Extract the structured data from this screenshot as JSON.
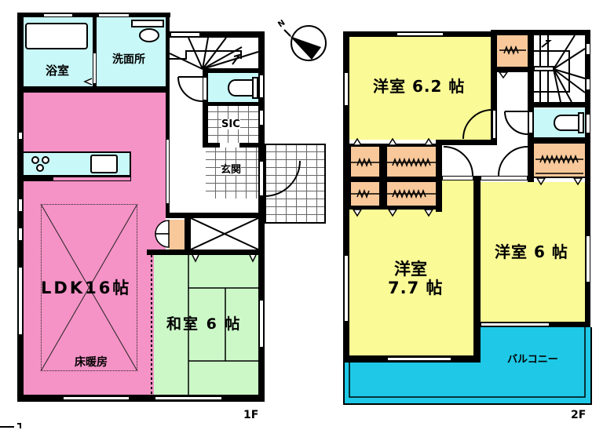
{
  "floor_plan": {
    "floor_1f": {
      "floor_label": "1F",
      "rooms": {
        "bathroom": "浴室",
        "washroom": "洗面所",
        "shoe_closet": "SIC",
        "entrance": "玄関",
        "ldk": "LDK16帖",
        "floor_heating": "床暖房",
        "japanese_room": "和室 6 帖"
      }
    },
    "floor_2f": {
      "floor_label": "2F",
      "rooms": {
        "western_room_62": "洋室 6.2 帖",
        "western_room_77_name": "洋室",
        "western_room_77_size": "7.7 帖",
        "western_room_6": "洋室 6 帖",
        "balcony": "バルコニー"
      }
    },
    "compass": {
      "north_mark": "N"
    }
  },
  "colors": {
    "wall": "#000000",
    "wet_area": "#c8f8f8",
    "ldk": "#f592c6",
    "japanese_room": "#ccf8c8",
    "western_room": "#fafa96",
    "storage": "#f8c89a",
    "balcony": "#1ec8e6"
  }
}
